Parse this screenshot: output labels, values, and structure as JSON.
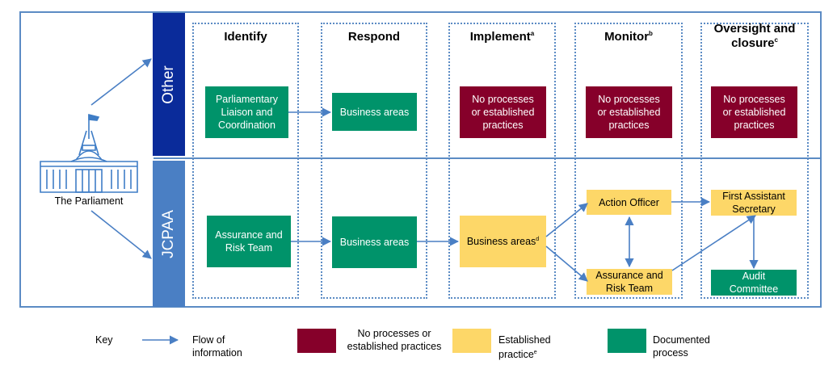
{
  "colors": {
    "frame": "#5b8bc4",
    "other_band": "#0a2b9a",
    "jcpaa_band": "#4a7fc4",
    "documented": "#00936a",
    "no_process": "#86002a",
    "established": "#fdd768",
    "arrow": "#4a7fc4"
  },
  "parliament": {
    "label": "The Parliament",
    "icon": "parliament-house-icon"
  },
  "bands": {
    "other": "Other",
    "jcpaa": "JCPAA"
  },
  "columns": [
    {
      "title": "Identify",
      "sup": ""
    },
    {
      "title": "Respond",
      "sup": ""
    },
    {
      "title": "Implement",
      "sup": "a"
    },
    {
      "title": "Monitor",
      "sup": "b"
    },
    {
      "title": "Oversight and closure",
      "line1": "Oversight and",
      "line2": "closure",
      "sup": "c"
    }
  ],
  "nodes": {
    "other_identify": {
      "line1": "Parliamentary",
      "line2": "Liaison and",
      "line3": "Coordination"
    },
    "other_respond": {
      "text": "Business areas"
    },
    "other_implement": {
      "line1": "No processes",
      "line2": "or established",
      "line3": "practices"
    },
    "other_monitor": {
      "line1": "No processes",
      "line2": "or established",
      "line3": "practices"
    },
    "other_oversight": {
      "line1": "No processes",
      "line2": "or established",
      "line3": "practices"
    },
    "jcpaa_identify": {
      "line1": "Assurance and",
      "line2": "Risk Team"
    },
    "jcpaa_respond": {
      "text": "Business areas"
    },
    "jcpaa_implement": {
      "text": "Business areas",
      "sup": "d"
    },
    "jcpaa_action_officer": {
      "text": "Action Officer"
    },
    "jcpaa_monitor_art": {
      "line1": "Assurance and",
      "line2": "Risk Team"
    },
    "jcpaa_fas": {
      "line1": "First Assistant",
      "line2": "Secretary"
    },
    "jcpaa_audit": {
      "line1": "Audit",
      "line2": "Committee"
    }
  },
  "key": {
    "title": "Key",
    "flow": "Flow of information",
    "no_process_line1": "No processes or",
    "no_process_line2": "established practices",
    "established": "Established practice",
    "established_sup": "e",
    "documented": "Documented process"
  }
}
